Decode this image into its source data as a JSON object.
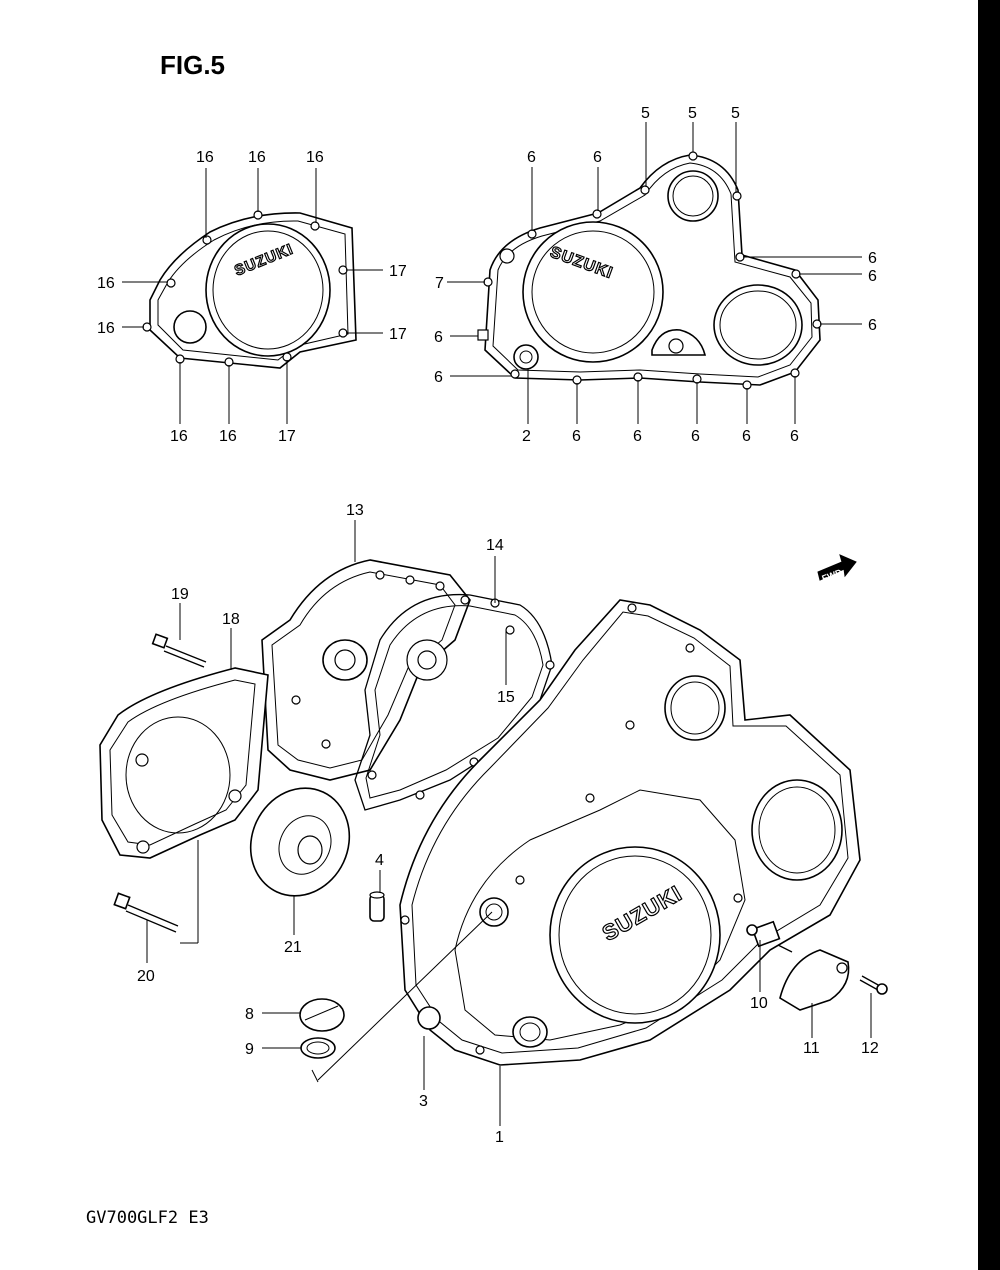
{
  "figure": {
    "title": "FIG.5",
    "model_code": "GV700GLF2  E3",
    "fwd_label": "FWD",
    "brand": "SUZUKI"
  },
  "callouts": {
    "top_left_cover": [
      "16",
      "16",
      "16",
      "16",
      "16",
      "17",
      "17",
      "16",
      "16",
      "17"
    ],
    "top_right_cover": [
      "5",
      "5",
      "5",
      "6",
      "6",
      "6",
      "7",
      "6",
      "6",
      "6",
      "6",
      "2",
      "6",
      "6",
      "6",
      "6",
      "6"
    ],
    "assembly": [
      "13",
      "14",
      "15",
      "19",
      "18",
      "4",
      "21",
      "20",
      "8",
      "9",
      "3",
      "1",
      "10",
      "11",
      "12"
    ]
  },
  "icons": {
    "fwd_arrow": "fwd-arrow-icon"
  },
  "colors": {
    "line": "#000000",
    "background": "#ffffff"
  }
}
